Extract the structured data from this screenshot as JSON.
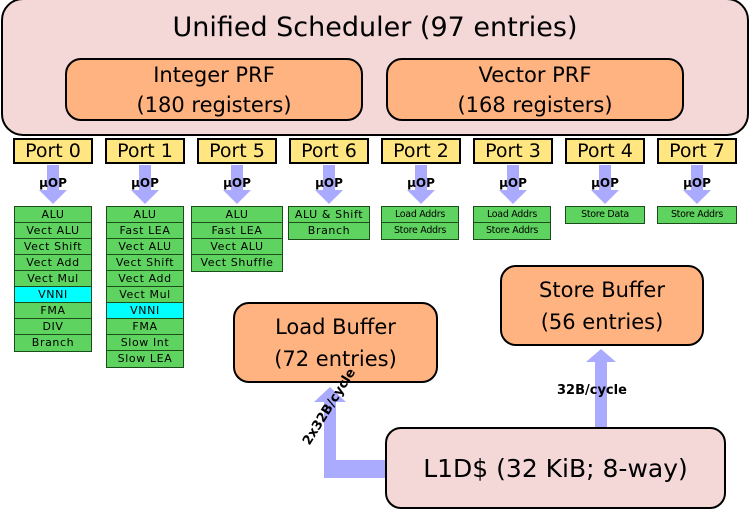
{
  "scheduler": {
    "title": "Unified Scheduler (97 entries)"
  },
  "integer_prf": {
    "line1": "Integer PRF",
    "line2": "(180 registers)"
  },
  "vector_prf": {
    "line1": "Vector PRF",
    "line2": "(168 registers)"
  },
  "uop_label": "µOP",
  "ports": [
    {
      "label": "Port 0",
      "units": [
        "ALU",
        "Vect ALU",
        "Vect Shift",
        "Vect Add",
        "Vect Mul",
        "VNNI",
        "FMA",
        "DIV",
        "Branch"
      ]
    },
    {
      "label": "Port 1",
      "units": [
        "ALU",
        "Fast LEA",
        "Vect ALU",
        "Vect Shift",
        "Vect Add",
        "Vect Mul",
        "VNNI",
        "FMA",
        "Slow Int",
        "Slow LEA"
      ]
    },
    {
      "label": "Port 5",
      "units": [
        "ALU",
        "Fast LEA",
        "Vect ALU",
        "Vect Shuffle"
      ]
    },
    {
      "label": "Port 6",
      "units": [
        "ALU & Shift",
        "Branch"
      ]
    },
    {
      "label": "Port 2",
      "units": [
        "Load Addrs",
        "Store Addrs"
      ]
    },
    {
      "label": "Port 3",
      "units": [
        "Load Addrs",
        "Store Addrs"
      ]
    },
    {
      "label": "Port 4",
      "units": [
        "Store Data"
      ]
    },
    {
      "label": "Port 7",
      "units": [
        "Store Addrs"
      ]
    }
  ],
  "load_buffer": {
    "line1": "Load Buffer",
    "line2": "(72 entries)"
  },
  "store_buffer": {
    "line1": "Store Buffer",
    "line2": "(56 entries)"
  },
  "l1d": {
    "label": "L1D$ (32 KiB; 8-way)"
  },
  "bandwidth": {
    "load": "2x32B/cycle",
    "store": "32B/cycle"
  },
  "colors": {
    "scheduler": "#f4d7d7",
    "prf": "#ffb380",
    "port": "#ffe680",
    "unit": "#5fd35f",
    "vnni": "#00ffff",
    "arrow": "#aaaaff"
  }
}
